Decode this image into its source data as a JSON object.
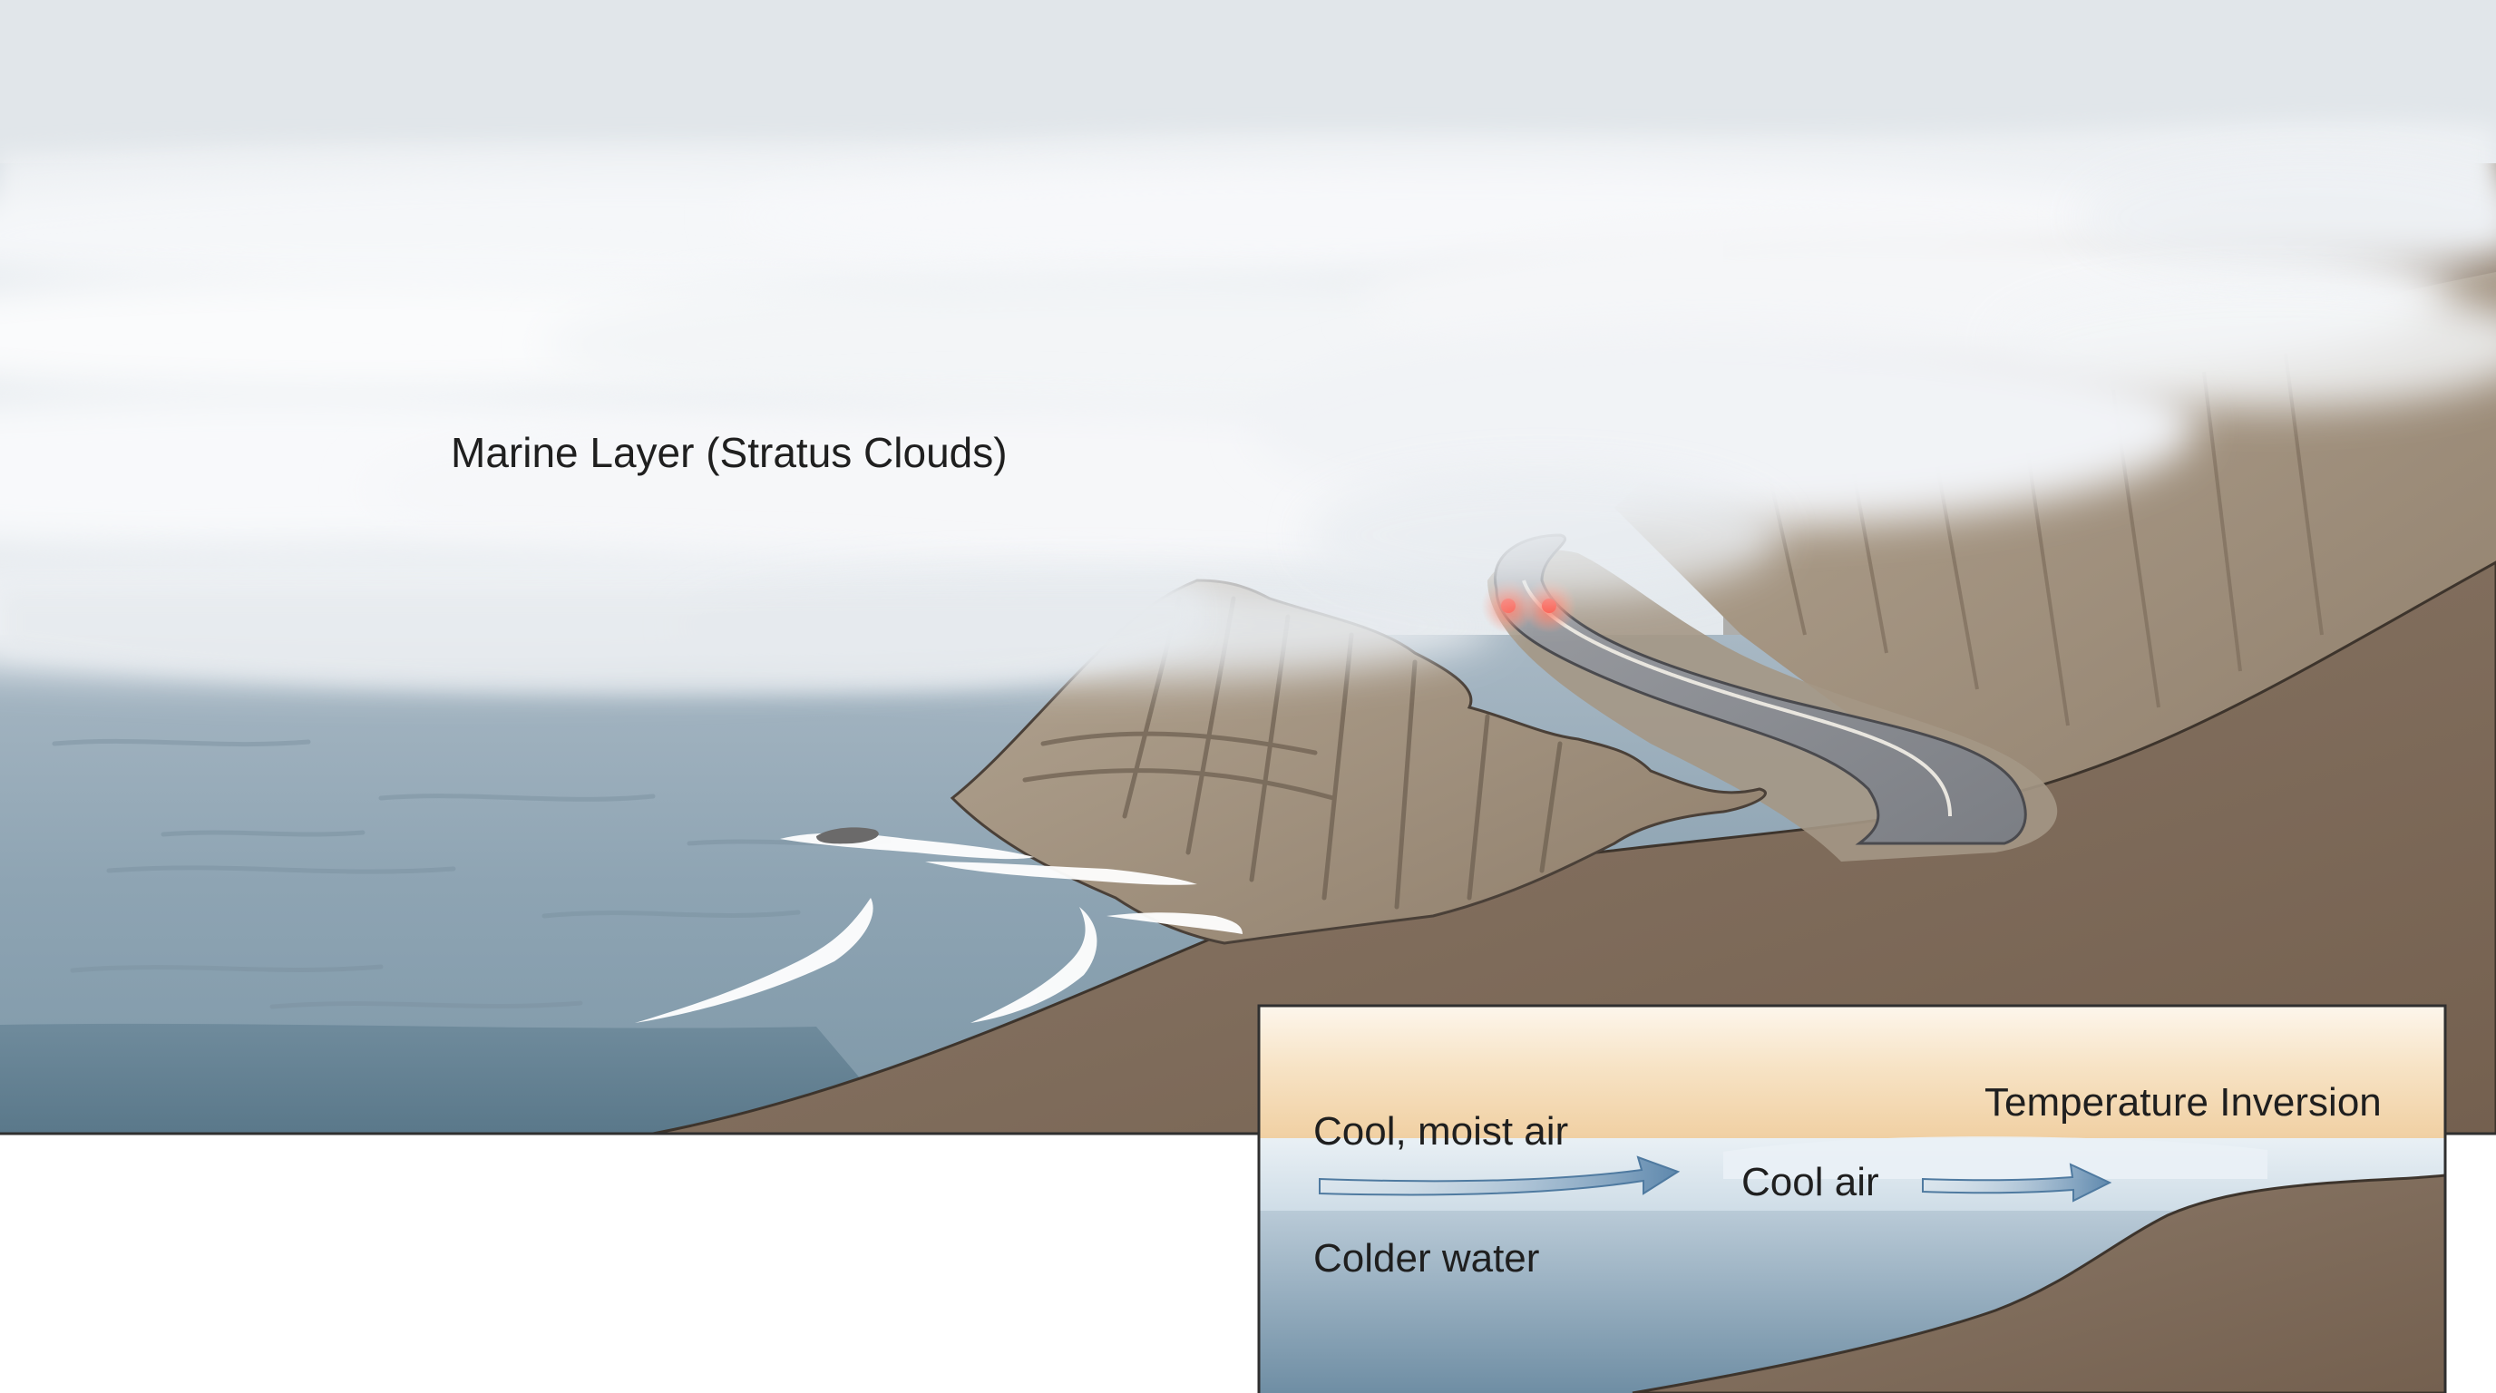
{
  "main_scene": {
    "cloud_label": "Marine Layer (Stratus Clouds)"
  },
  "inset": {
    "inversion_label": "Temperature Inversion",
    "moist_air_label": "Cool, moist air",
    "cool_air_label": "Cool air",
    "water_label": "Colder water"
  },
  "colors": {
    "sky": "#dde3e8",
    "fog": "#f4f6f8",
    "ocean": "#8fa6b4",
    "ocean_deep": "#5f7e90",
    "cliff": "#a89a88",
    "ground": "#7f6d5e",
    "road": "#8b8d92",
    "inversion_band": "#f2d3a8",
    "arrow": "#5e88ad",
    "tail_lights": "#ff4a3a"
  }
}
